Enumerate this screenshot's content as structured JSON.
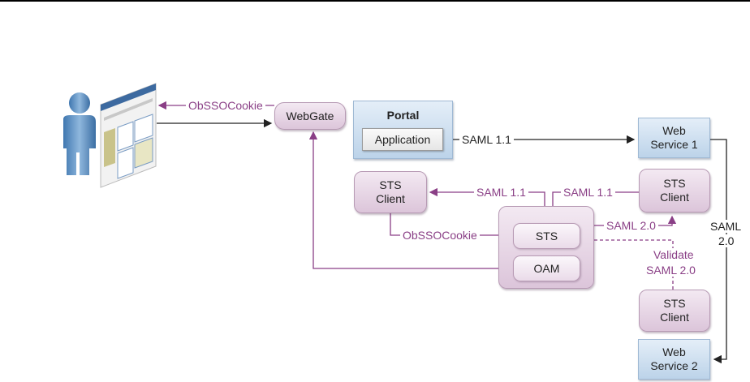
{
  "nodes": {
    "webgate": "WebGate",
    "portal_title": "Portal",
    "application": "Application",
    "web_service_1": "Web Service 1",
    "web_service_2": "Web Service 2",
    "sts_client_left": "STS Client",
    "sts_client_right": "STS Client",
    "sts_client_bottom": "STS Client",
    "sts": "STS",
    "oam": "OAM"
  },
  "labels": {
    "obsso_to_browser": "ObSSOCookie",
    "app_to_ws1": "SAML 1.1",
    "sts_to_client_left": "SAML 1.1",
    "client_right_to_sts": "SAML 1.1",
    "client_left_to_sts": "ObSSOCookie",
    "sts_to_client_right": "SAML 2.0",
    "validate_line1": "Validate",
    "validate_line2": "SAML 2.0",
    "ws1_to_ws2_line1": "SAML",
    "ws1_to_ws2_line2": "2.0"
  },
  "icons": {
    "user": "user-figure-icon",
    "browser": "browser-window-icon"
  },
  "colors": {
    "purple_line": "#8a3f86",
    "black_line": "#222222",
    "purple_fill": "#e6d4e4",
    "blue_fill": "#cddff0"
  }
}
